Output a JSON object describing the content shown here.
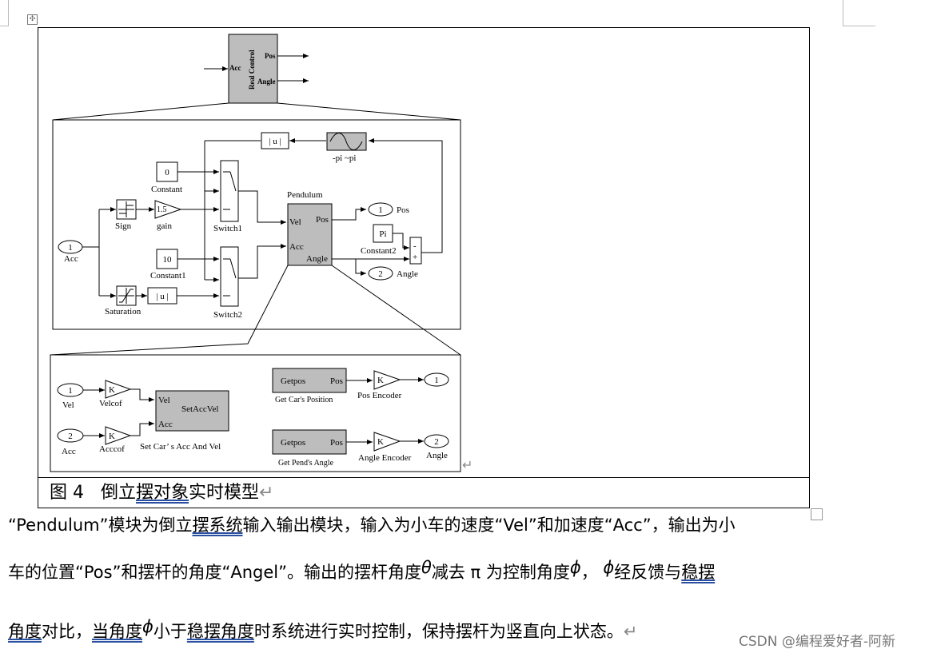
{
  "figure": {
    "move_handle": "✣",
    "real_control": {
      "title": "Real Control",
      "in_port": "Acc",
      "out_pos": "Pos",
      "out_angle": "Angle"
    },
    "mid": {
      "abs_top": "| u |",
      "sine_label": "-pi ~pi",
      "const0": "0",
      "const0_label": "Constant",
      "gain_value": "1.5",
      "gain_label": "gain",
      "sign_label": "Sign",
      "switch1_label": "Switch1",
      "pendulum_label": "Pendulum",
      "pend_vel": "Vel",
      "pend_acc": "Acc",
      "pend_pos": "Pos",
      "pend_angle": "Angle",
      "out1_num": "1",
      "out1_label": "Pos",
      "pi_value": "Pi",
      "pi_label": "Constant2",
      "sum_minus": "-",
      "sum_plus": "+",
      "out2_num": "2",
      "out2_label": "Angle",
      "in1_num": "1",
      "in1_label": "Acc",
      "const10": "10",
      "const10_label": "Constant1",
      "sat_label": "Saturation",
      "abs_bottom": "| u |",
      "switch2_label": "Switch2"
    },
    "bottom": {
      "in1_num": "1",
      "in1_label": "Vel",
      "k1": "K",
      "k1_label": "Velcof",
      "in2_num": "2",
      "in2_label": "Acc",
      "k2": "K",
      "k2_label": "Acccof",
      "setacc_vel": "Vel",
      "setacc_title": "SetAccVel",
      "setacc_acc": "Acc",
      "setacc_label": "Set Car’  s Acc And Vel",
      "getpos1_title": "Getpos",
      "getpos1_port": "Pos",
      "getpos1_label": "Get Car's Position",
      "k3": "K",
      "k3_label": "Pos Encoder",
      "out1_num": "1",
      "getpos2_title": "Getpos",
      "getpos2_port": "Pos",
      "getpos2_label": "Get Pend's Angle",
      "k4": "K",
      "k4_label": "Angle Encoder",
      "out2_num": "2",
      "out2_label": "Angle"
    },
    "return_mark": "↵"
  },
  "caption": {
    "fig_label": "图  4",
    "prefix": "倒立",
    "underlined": "摆对象",
    "suffix": "实时模型",
    "mark": "↵"
  },
  "paragraph": {
    "l1_a": "“Pendulum”模块为倒立",
    "l1_u": "摆系统",
    "l1_b": "输入输出模块，输入为小车的速度“Vel”和加速度“Acc”，输出为小",
    "l2_a": "车的位置“Pos”和摆杆的角度“Angel”。输出的摆杆角度",
    "theta": "θ",
    "l2_b": "减去  π  为控制角度",
    "phi1": "ϕ",
    "l2_c": "，",
    "phi2": "ϕ",
    "l2_d": "经反馈与",
    "l2_u": "稳摆",
    "l3_u1": "角度",
    "l3_a": "对比，",
    "l3_u2": "当角度",
    "phi3": "ϕ",
    "l3_b": "小于",
    "l3_u3": "稳摆角度",
    "l3_c": "时系统进行实时控制，保持摆杆为竖直向上状态。",
    "mark": "↵"
  },
  "watermark": "CSDN @编程爱好者-阿新"
}
